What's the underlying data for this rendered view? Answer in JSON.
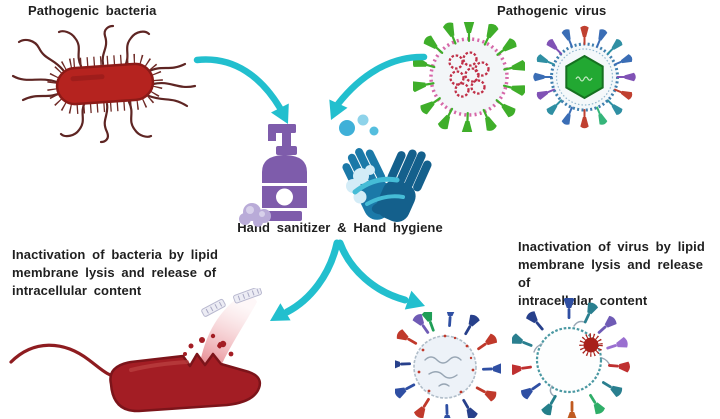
{
  "labels": {
    "pathogenic_bacteria": "Pathogenic bacteria",
    "pathogenic_virus": "Pathogenic virus",
    "hand_hygiene": "Hand sanitizer & Hand hygiene",
    "inactivation_bacteria": "Inactivation of bacteria by lipid\nmembrane lysis and release of\nintracellular content",
    "inactivation_virus": "Inactivation of virus by lipid\nmembrane lysis and release of\nintracellular content"
  },
  "icons": [
    "bacteria-illustration",
    "influenza-virus-illustration",
    "enveloped-virus-illustration",
    "hand-sanitizer-bottle-icon",
    "hand-washing-icon",
    "flow-arrow",
    "lysed-bacteria-illustration",
    "lysed-virus-left-illustration",
    "lysed-virus-right-illustration"
  ],
  "colors": {
    "arrow": "#22bfce",
    "text": "#1f1f1f",
    "bacteria": "#b5231f",
    "bacteria_dark": "#a31d24",
    "sanitizer": "#7e5cab",
    "hand": "#14608c",
    "hand_light": "#1b79a8",
    "virus_spike_green": "#3fae2a",
    "membrane_pink": "#d667a8",
    "ring_blue": "#3f7fae",
    "capsid_green": "#22a832"
  }
}
